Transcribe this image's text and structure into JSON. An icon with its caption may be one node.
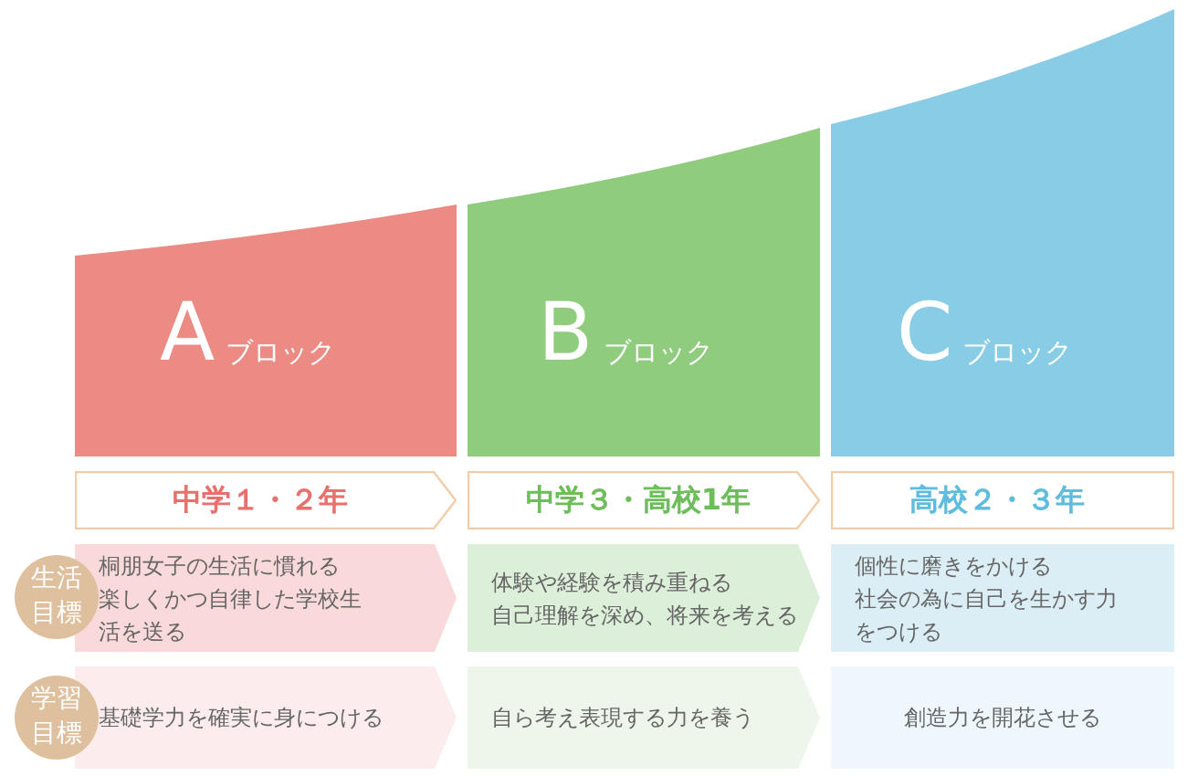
{
  "diagram": {
    "nodes": [
      {
        "text": [
          "A",
          "ブロック"
        ]
      },
      {
        "text": [
          "B",
          "ブロック"
        ]
      },
      {
        "text": [
          "C",
          "ブロック"
        ]
      },
      {
        "text": [
          "中学１・２年"
        ]
      },
      {
        "text": [
          "中学３・高校1年"
        ]
      },
      {
        "text": [
          "高校２・３年"
        ]
      },
      {
        "text": [
          "生活目標"
        ]
      },
      {
        "text": [
          "桐朋女子の生活に慣れる",
          "楽しくかつ自律した学校生活を送る"
        ]
      },
      {
        "text": [
          "体験や経験を積み重ねる",
          "自己理解を深め、将来を考える"
        ]
      },
      {
        "text": [
          "個性に磨きをかける",
          "社会の為に自己を生かす力をつける"
        ]
      },
      {
        "text": [
          "学習目標"
        ]
      },
      {
        "text": [
          "基礎学力を確実に身につける"
        ]
      },
      {
        "text": [
          "自ら考え表現する力を養う"
        ]
      },
      {
        "text": [
          "創造力を開花させる"
        ]
      }
    ]
  }
}
